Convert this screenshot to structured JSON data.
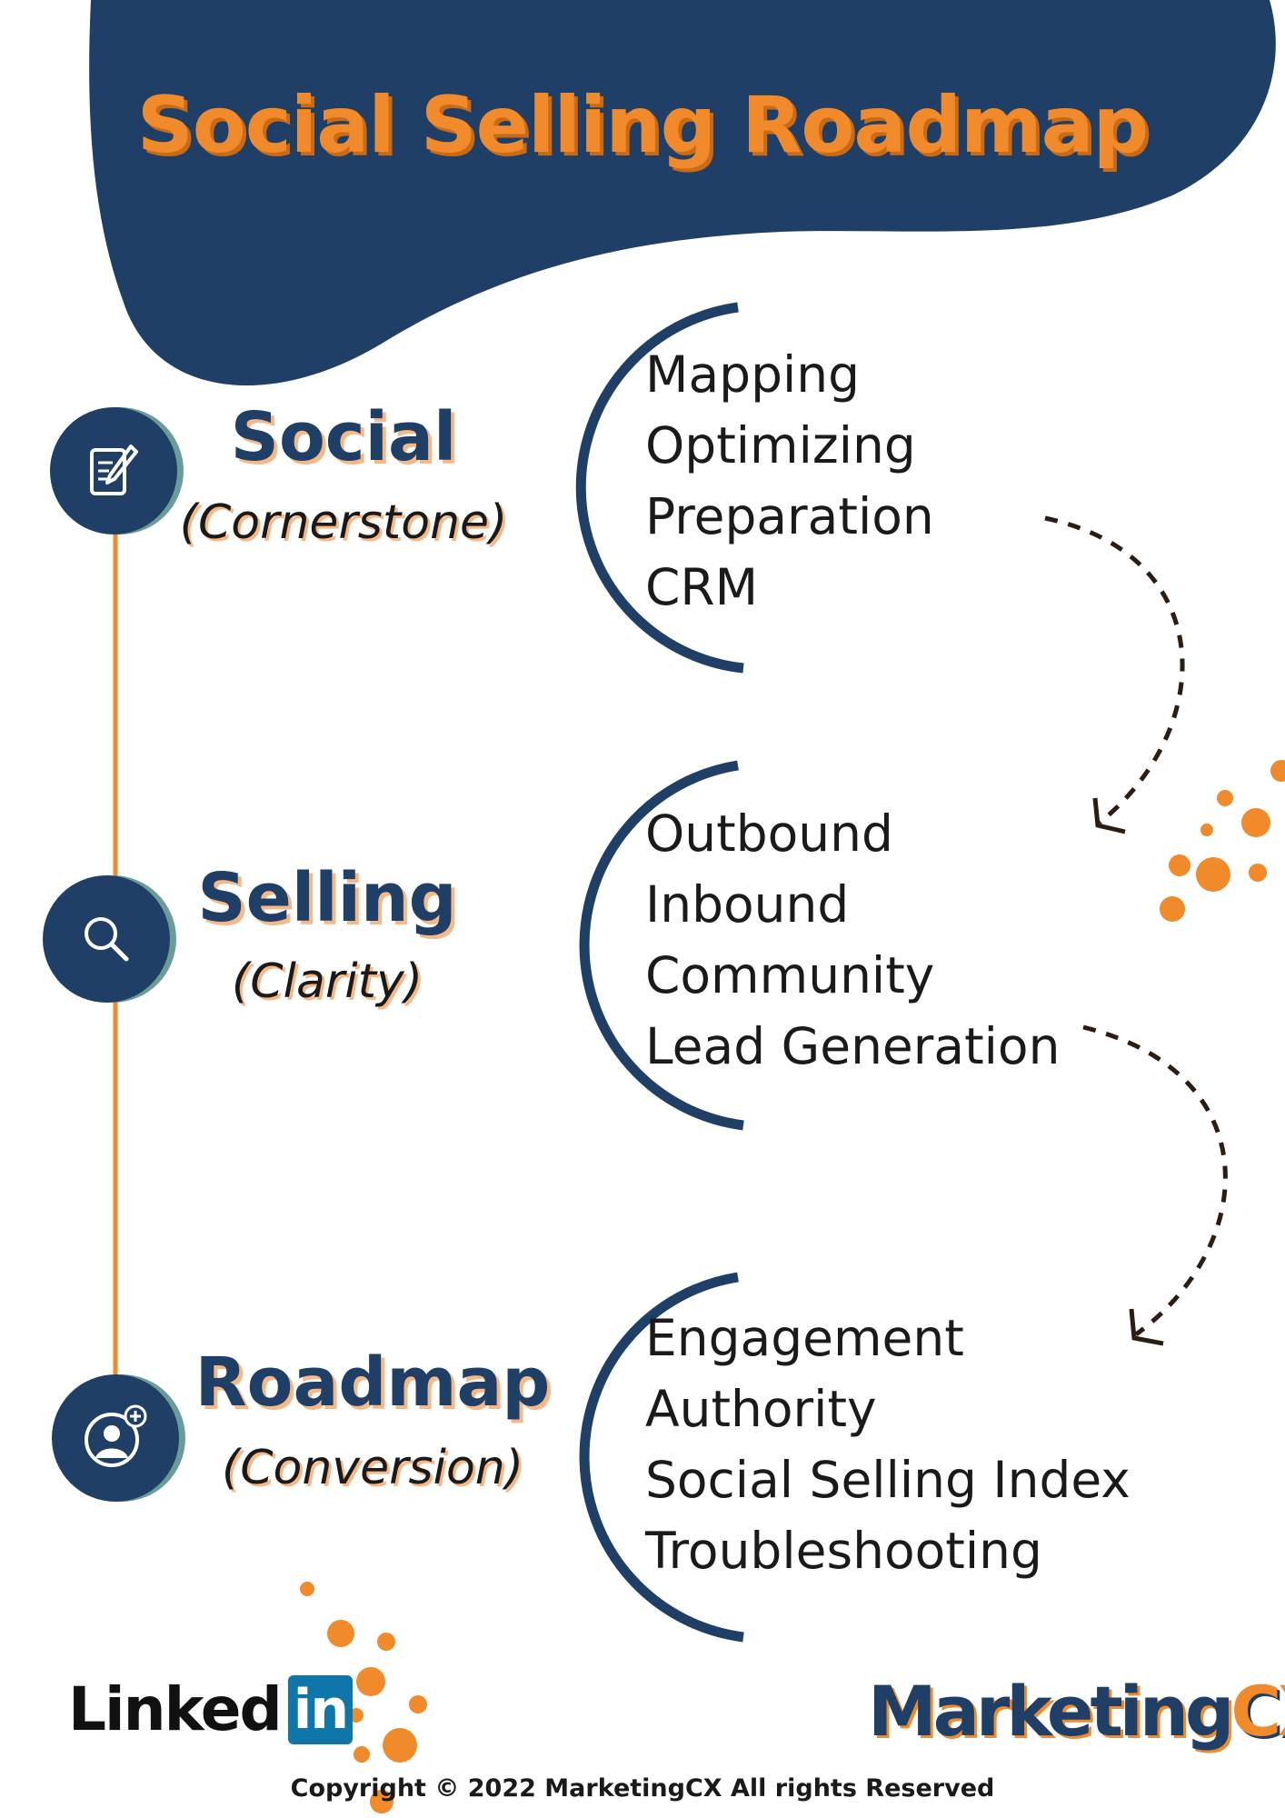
{
  "title": "Social Selling Roadmap",
  "colors": {
    "navy": "#1f3f66",
    "orange": "#f08a2a",
    "teal": "#6a9c98",
    "text": "#1a1a1a"
  },
  "stages": [
    {
      "name": "Social",
      "subtitle": "(Cornerstone)",
      "icon": "edit-document-icon",
      "items": [
        "Mapping",
        "Optimizing",
        "Preparation",
        "CRM"
      ]
    },
    {
      "name": "Selling",
      "subtitle": "(Clarity)",
      "icon": "search-icon",
      "items": [
        "Outbound",
        "Inbound",
        "Community",
        "Lead Generation"
      ]
    },
    {
      "name": "Roadmap",
      "subtitle": "(Conversion)",
      "icon": "user-add-icon",
      "items": [
        "Engagement",
        "Authority",
        "Social Selling Index",
        "Troubleshooting"
      ]
    }
  ],
  "footer": {
    "linkedin_text": "Linked",
    "linkedin_box": "in",
    "brand_part1": "Marketing",
    "brand_part2": "CX",
    "copyright": "Copyright © 2022 MarketingCX All rights Reserved"
  }
}
